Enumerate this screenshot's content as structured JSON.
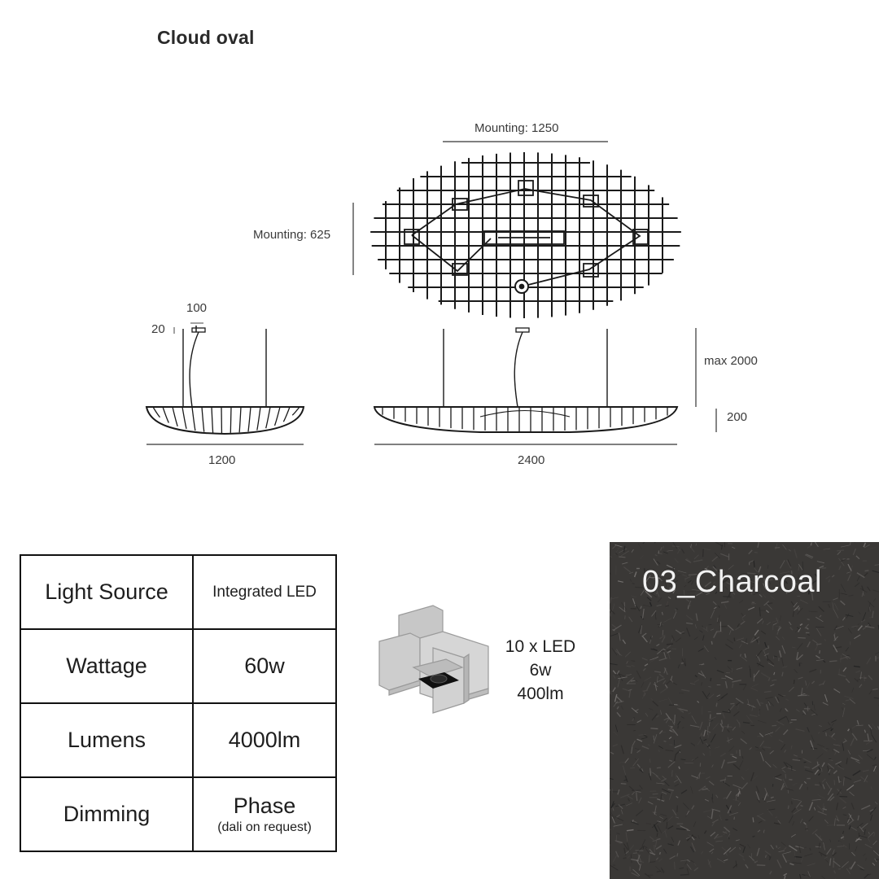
{
  "title": "Cloud oval",
  "dimensions": {
    "mounting_width": "Mounting: 1250",
    "mounting_depth": "Mounting: 625",
    "canopy_width": "100",
    "canopy_height": "20",
    "width_side": "1200",
    "width_front": "2400",
    "max_drop": "max 2000",
    "height": "200"
  },
  "specs": [
    {
      "label": "Light Source",
      "value": "Integrated LED",
      "note": ""
    },
    {
      "label": "Wattage",
      "value": "60w",
      "note": ""
    },
    {
      "label": "Lumens",
      "value": "4000lm",
      "note": ""
    },
    {
      "label": "Dimming",
      "value": "Phase",
      "note": "(dali on request)"
    }
  ],
  "led_module": {
    "line1": "10 x LED",
    "line2": "6w",
    "line3": "400lm"
  },
  "swatch": {
    "label": "03_Charcoal",
    "color": "#3a3836"
  }
}
